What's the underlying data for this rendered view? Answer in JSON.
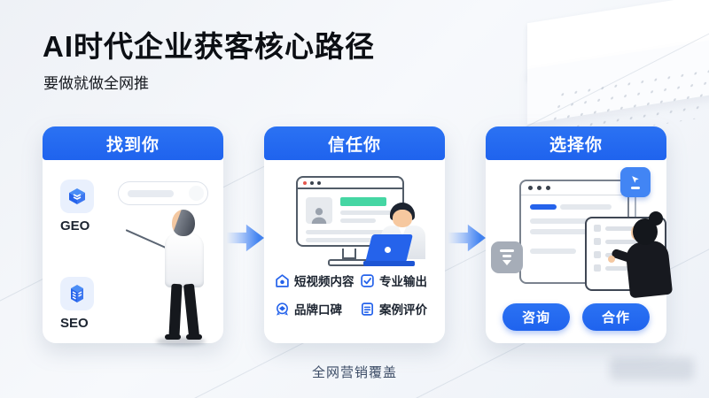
{
  "header": {
    "title": "AI时代企业获客核心路径",
    "subtitle": "要做就做全网推"
  },
  "cards": [
    {
      "title": "找到你",
      "geo_label": "GEO",
      "seo_label": "SEO",
      "icons": [
        "geo-cube-icon",
        "search-input",
        "seo-server-icon",
        "presenter-figure"
      ]
    },
    {
      "title": "信任你",
      "features": [
        {
          "icon": "video-home-icon",
          "label": "短视频内容"
        },
        {
          "icon": "checkbox-icon",
          "label": "专业输出"
        },
        {
          "icon": "medal-badge-icon",
          "label": "品牌口碑"
        },
        {
          "icon": "document-icon",
          "label": "案例评价"
        }
      ],
      "icons": [
        "monitor-profile-illustration",
        "worker-laptop-figure"
      ]
    },
    {
      "title": "选择你",
      "buttons": [
        {
          "label": "咨询"
        },
        {
          "label": "合作"
        }
      ],
      "icons": [
        "browser-window-illustration",
        "cursor-badge-icon",
        "filter-badge-icon",
        "checklist-panel",
        "customer-figure"
      ]
    }
  ],
  "footer": {
    "caption": "全网营销覆盖"
  },
  "colors": {
    "accent_blue": "#2268f0",
    "icon_blue": "#2563eb",
    "mint_green": "#45d6a3",
    "header_text": "#ffffff",
    "title_text": "#0c0f14",
    "footer_text": "#3c4c66"
  }
}
